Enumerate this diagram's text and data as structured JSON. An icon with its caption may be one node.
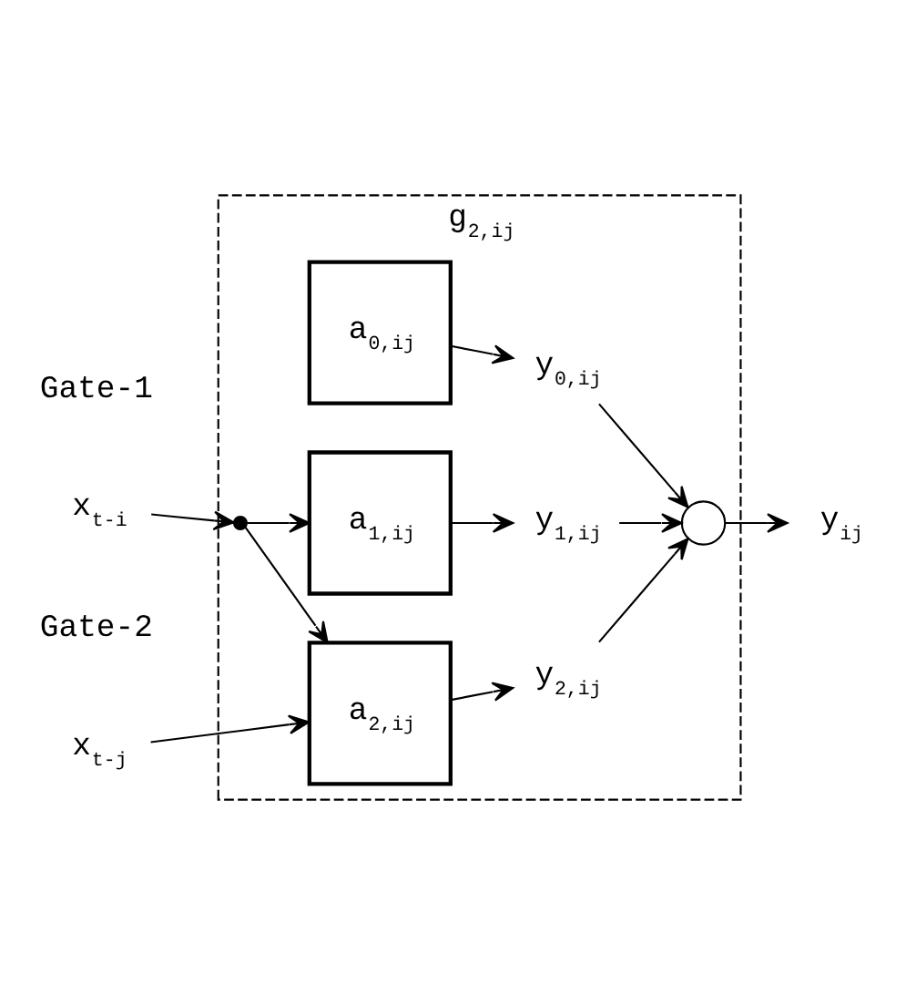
{
  "diagram": {
    "nodes": [
      {
        "text": [
          "g$_{2,ij}$"
        ]
      },
      {
        "text": [
          "a$_{0,ij}$"
        ],
        "in": 0
      },
      {
        "text": [
          "y$_{0,ij}$"
        ],
        "in": 0
      },
      {
        "text": [
          "x$_{t-i}$"
        ]
      },
      {
        "text": [],
        "shape": "dot",
        "in": 0
      },
      {
        "text": [
          "a$_{1,ij}$"
        ],
        "in": 0
      },
      {
        "text": [
          "y$_{1,ij}$"
        ],
        "in": 0
      },
      {
        "text": [],
        "shape": "circle",
        "in": 0
      },
      {
        "text": [
          "y$_{ij}$"
        ]
      },
      {
        "text": [
          "x$_{t-j}$"
        ]
      },
      {
        "text": [
          "a$_{2,ij}$"
        ],
        "in": 0
      },
      {
        "text": [
          "y$_{2,ij}$"
        ],
        "in": 0
      }
    ],
    "edges": [
      {
        "from": 1,
        "to": 2,
        "arrow": "to"
      },
      {
        "from": 2,
        "to": 7,
        "arrow": "to"
      },
      {
        "from": 3,
        "to": 4,
        "arrow": "to"
      },
      {
        "from": 4,
        "to": 5,
        "arrow": "to"
      },
      {
        "from": 4,
        "to": 10,
        "arrow": "to"
      },
      {
        "from": 5,
        "to": 6,
        "arrow": "to"
      },
      {
        "from": 6,
        "to": 7,
        "arrow": "to"
      },
      {
        "from": 11,
        "to": 7,
        "arrow": "to"
      },
      {
        "from": 7,
        "to": 8,
        "arrow": "to"
      },
      {
        "from": 9,
        "to": 10,
        "arrow": "to"
      },
      {
        "from": 10,
        "to": 11,
        "arrow": "to"
      }
    ],
    "labels": [
      "Gate-1",
      "Gate-2"
    ]
  }
}
